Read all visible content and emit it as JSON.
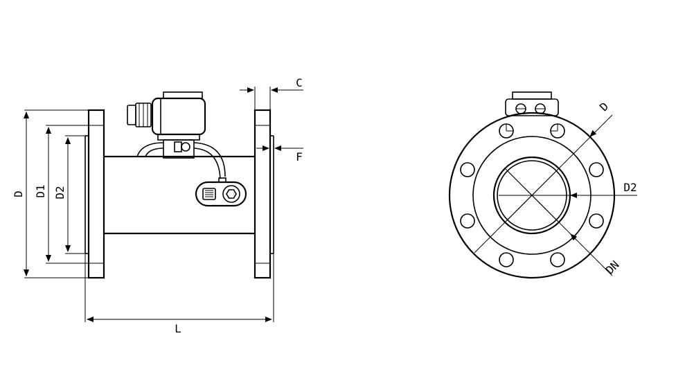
{
  "side_view": {
    "labels": {
      "D": "D",
      "D1": "D1",
      "D2": "D2",
      "L": "L",
      "C": "C",
      "F": "F"
    }
  },
  "front_view": {
    "labels": {
      "D": "D",
      "D2": "D2",
      "DN": "DN"
    }
  },
  "colors": {
    "line": "#000000",
    "background": "#ffffff"
  }
}
